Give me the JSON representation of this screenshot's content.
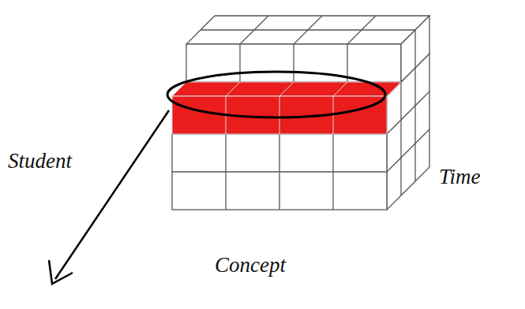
{
  "diagram": {
    "labels": [
      "Student",
      "Time",
      "Concept"
    ]
  }
}
